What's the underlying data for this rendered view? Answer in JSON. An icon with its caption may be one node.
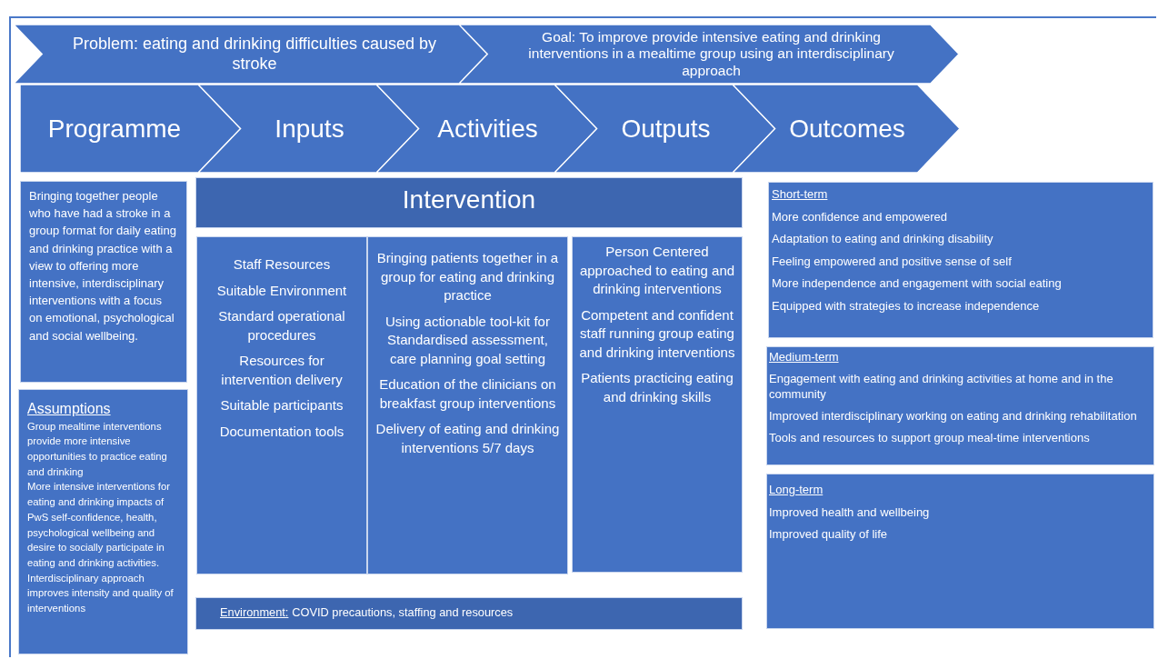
{
  "diagram": {
    "nodes": [
      {
        "text": [
          "Problem: eating and drinking difficulties caused by stroke"
        ]
      },
      {
        "text": [
          "Goal: To improve provide intensive eating and drinking interventions in a mealtime group using an interdisciplinary approach"
        ]
      },
      {
        "text": [
          "Programme"
        ]
      },
      {
        "text": [
          "Inputs"
        ]
      },
      {
        "text": [
          "Activities"
        ]
      },
      {
        "text": [
          "Outputs"
        ]
      },
      {
        "text": [
          "Outcomes"
        ]
      },
      {
        "text": [
          "Bringing together people who have had a stroke in a group format for daily eating and drinking practice with a view to offering more intensive, interdisciplinary interventions with a focus on emotional, psychological and social wellbeing."
        ]
      },
      {
        "text": [
          "Assumptions",
          "Group mealtime interventions provide more intensive opportunities to practice eating and drinking",
          "More intensive interventions for eating and drinking impacts of PwS self-confidence, health, psychological wellbeing and desire to socially participate in eating and drinking activities.",
          "Interdisciplinary approach improves intensity and quality of interventions"
        ]
      },
      {
        "text": [
          "Intervention"
        ]
      },
      {
        "text": [
          "Staff Resources",
          "Suitable Environment",
          "Standard operational procedures",
          "Resources for intervention delivery",
          "Suitable participants",
          "Documentation tools"
        ]
      },
      {
        "text": [
          "Bringing patients together in a group for eating and drinking practice",
          "Using actionable tool-kit for Standardised assessment, care planning goal setting",
          "Education of the clinicians on breakfast group interventions",
          "Delivery of eating and drinking interventions 5/7 days"
        ]
      },
      {
        "text": [
          "Person Centered approached to eating and drinking interventions",
          "Competent and confident staff running group eating and drinking interventions",
          "Patients practicing eating and drinking skills"
        ]
      },
      {
        "text": [
          "Environment:",
          "COVID precautions, staffing and resources"
        ]
      },
      {
        "text": [
          "Short-term",
          "More confidence and empowered",
          "Adaptation to eating and drinking disability",
          "Feeling empowered and positive sense of self",
          "More independence and engagement with social eating",
          "Equipped with strategies to increase independence"
        ]
      },
      {
        "text": [
          "Medium-term",
          "Engagement with eating and drinking activities at home and in the community",
          "Improved interdisciplinary working on eating and drinking rehabilitation",
          "Tools and resources to support group meal-time interventions"
        ]
      },
      {
        "text": [
          "Long-term",
          "Improved health and wellbeing",
          "Improved quality of life"
        ]
      }
    ]
  }
}
